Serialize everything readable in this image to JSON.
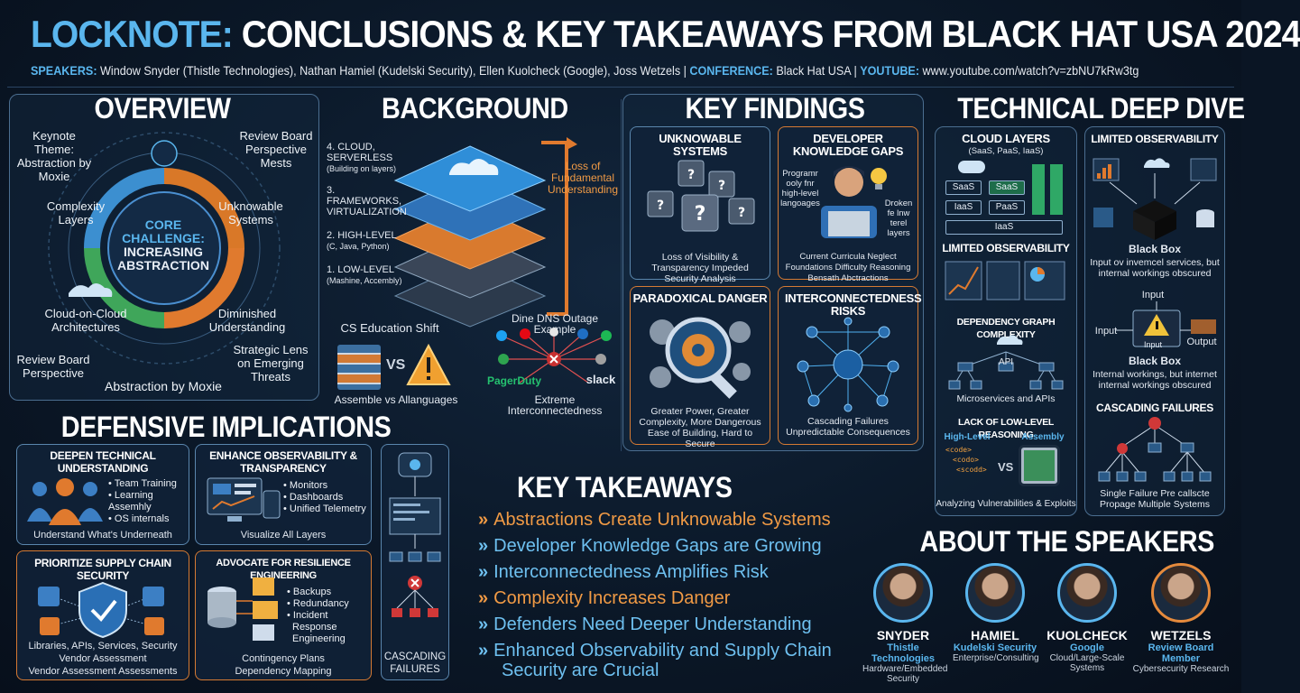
{
  "header": {
    "title_lead": "LOCKNOTE:",
    "title_rest": "CONCLUSIONS & KEY TAKEAWAYS FROM BLACK HAT USA 2024",
    "speakers_key": "SPEAKERS:",
    "speakers_val": "Window Snyder (Thistle Technologies), Nathan Hamiel (Kudelski Security), Ellen Kuolcheck (Google), Joss Wetzels |",
    "conference_key": "CONFERENCE:",
    "conference_val": "Black Hat USA |",
    "youtube_key": "YOUTUBE:",
    "youtube_val": "www.youtube.com/watch?v=zbNU7kRw3tg"
  },
  "overview": {
    "title": "OVERVIEW",
    "keynote_theme": "Keynote Theme: Abstraction by Moxie",
    "review_board_top": "Review Board Perspective Mests",
    "core_label_1": "CORE",
    "core_label_2": "CHALLENGE:",
    "core_label_3": "INCREASING",
    "core_label_4": "ABSTRACTION",
    "complexity_layers": "Complexity Layers",
    "unknowable_systems": "Unknowable Systems",
    "cloud_on_cloud": "Cloud-on-Cloud Architectures",
    "diminished": "Diminished Understanding",
    "review_board_bottom": "Review Board Perspective",
    "strategic_lens": "Strategic Lens on Emerging Threats",
    "footer": "Abstraction by Moxie"
  },
  "background": {
    "title": "BACKGROUND",
    "layers": [
      {
        "name": "4. CLOUD, SERVERLESS",
        "sub": "(Building on layers)"
      },
      {
        "name": "3. FRAMEWORKS, VIRTUALIZATION",
        "sub": ""
      },
      {
        "name": "2. HIGH-LEVEL",
        "sub": "(C, Java, Python)"
      },
      {
        "name": "1. LOW-LEVEL",
        "sub": "(Mashine, Accembly)"
      }
    ],
    "loss_label": "Loss of Fundamental Understanding",
    "cs_shift": "CS Education Shift",
    "vs": "VS",
    "assemble_caption": "Assemble vs Allanguages",
    "dns_title": "Dine DNS Outage Example",
    "pagerduty": "PagerDuty",
    "slack": "slack",
    "interconnect_caption": "Extreme Interconnectedness"
  },
  "key_findings": {
    "title": "KEY FINDINGS",
    "unknowable": {
      "title": "UNKNOWABLE SYSTEMS",
      "caption": "Loss of Visibility & Transparency Impeded Security Analysis"
    },
    "developer": {
      "title": "DEVELOPER KNOWLEDGE GAPS",
      "left": "Programr ooly fnr high-level langoages",
      "right": "Droken fe lnw terel layers",
      "caption": "Current Curricula Neglect Foundations Difficulty Reasoning Bensath Abctractions"
    },
    "paradoxical": {
      "title": "PARADOXICAL DANGER",
      "caption": "Greater Power, Greater Complexity, More Dangerous Ease of Building, Hard to Secure"
    },
    "interconnected": {
      "title": "INTERCONNECTEDNESS RISKS",
      "caption": "Cascading Failures Unpredictable Consequences"
    }
  },
  "deep_dive": {
    "title": "TECHNICAL DEEP DIVE",
    "cloud_layers": {
      "title": "CLOUD LAYERS",
      "sub": "(SaaS, PaaS, IaaS)",
      "saas1": "SaaS",
      "saas2": "SaaS",
      "iaas1": "IaaS",
      "paas": "PaaS",
      "iaas2": "IaaS"
    },
    "limited_obs_left": "LIMITED OBSERVABILITY",
    "dependency": {
      "title": "DEPENDENCY GRAPH COMPLEXITY",
      "api": "API",
      "caption": "Microservices and APIs"
    },
    "low_level": {
      "title": "LACK OF LOW-LEVEL REASONING",
      "high": "High-Level",
      "asm": "Assembly",
      "code1": "<code>",
      "code2": "<codo>",
      "code3": "<scodd>",
      "vs": "VS",
      "caption": "Analyzing Vulnerabilities & Exploits"
    },
    "limited_obs_right": {
      "title": "LIMITED OBSERVABILITY",
      "bb1_title": "Black Box",
      "bb1_caption": "Input ov invemcel services, but internal workings obscured",
      "input_top": "Input",
      "input_left": "Input",
      "input_inner": "Input",
      "output": "Output",
      "bb2_title": "Black Box",
      "bb2_caption": "Internal workings, but internet internal workings obscured"
    },
    "cascading": {
      "title": "CASCADING FAILURES",
      "caption": "Single Failure Pre callscte Propage Multiple Systems"
    }
  },
  "defensive": {
    "title": "DEFENSIVE IMPLICATIONS",
    "deepen": {
      "title": "DEEPEN TECHNICAL UNDERSTANDING",
      "bullets": [
        "Team Training",
        "Learning Assemhly",
        "OS internals"
      ],
      "caption": "Understand What's Underneath"
    },
    "observability": {
      "title": "ENHANCE OBSERVABILITY & TRANSPARENCY",
      "bullets": [
        "Monitors",
        "Dashboards",
        "Unified Telemetry"
      ],
      "caption": "Visualize All Layers"
    },
    "supply": {
      "title": "PRIORITIZE SUPPLY CHAIN SECURITY",
      "caption1": "Libraries, APIs, Services, Security",
      "caption2": "Vendor Assessment",
      "caption3": "Vendor Assessment Assessments"
    },
    "resilience": {
      "title": "ADVOCATE FOR RESILIENCE ENGINEERING",
      "bullets": [
        "Backups",
        "Redundancy",
        "Incident Response Engineering"
      ],
      "caption1": "Contingency Plans",
      "caption2": "Dependency Mapping"
    },
    "cascading": "CASCADING FAILURES"
  },
  "takeaways": {
    "title": "KEY TAKEAWAYS",
    "items": [
      {
        "text": "Abstractions Create Unknowable Systems",
        "color": "#f09a45"
      },
      {
        "text": "Developer Knowledge Gaps are Growing",
        "color": "#6ec0f0"
      },
      {
        "text": "Interconnectedness Amplifies Risk",
        "color": "#6ec0f0"
      },
      {
        "text": "Complexity Increases Danger",
        "color": "#f09a45"
      },
      {
        "text": "Defenders Need Deeper Understanding",
        "color": "#6ec0f0"
      },
      {
        "text": "Enhanced Observability and Supply Chain",
        "color": "#6ec0f0"
      }
    ],
    "item_cont": "Security are Crucial"
  },
  "speakers": {
    "title": "ABOUT THE SPEAKERS",
    "list": [
      {
        "name": "SNYDER",
        "org": "Thistle Technologies",
        "role": "Hardware/Embedded Security"
      },
      {
        "name": "HAMIEL",
        "org": "Kudelski Security",
        "role": "Enterprise/Consulting"
      },
      {
        "name": "KUOLCHECK",
        "org": "Google",
        "role": "Cloud/Large-Scale Systems"
      },
      {
        "name": "WETZELS",
        "org": "Review Board Member",
        "role": "Cybersecurity Research"
      }
    ]
  }
}
